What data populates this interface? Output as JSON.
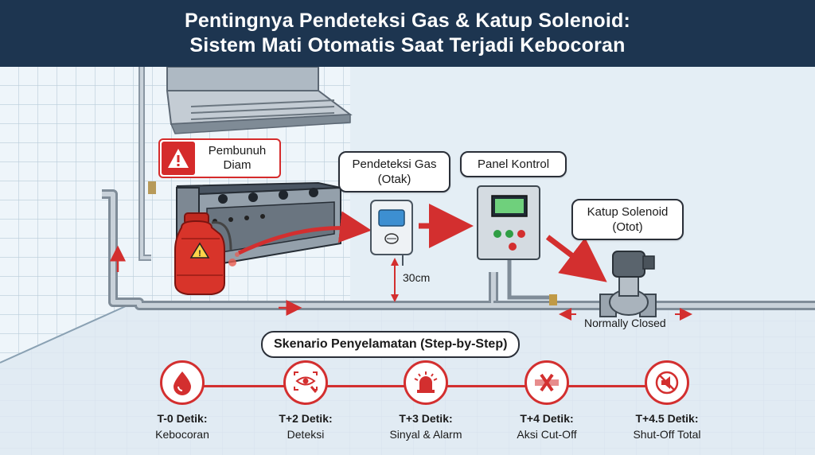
{
  "title": {
    "line1": "Pentingnya Pendeteksi Gas & Katup Solenoid:",
    "line2": "Sistem Mati Otomatis Saat Terjadi Kebocoran"
  },
  "labels": {
    "danger": {
      "line1": "Pembunuh",
      "line2": "Diam",
      "icon": "warning-triangle-icon"
    },
    "detector": {
      "line1": "Pendeteksi Gas",
      "line2": "(Otak)"
    },
    "panel": {
      "line1": "Panel Kontrol"
    },
    "valve": {
      "line1": "Katup Solenoid",
      "line2": "(Otot)"
    },
    "height": "30cm",
    "valve_state": "Normally Closed"
  },
  "scenario": {
    "title": "Skenario Penyelamatan (Step-by-Step)",
    "steps": [
      {
        "time": "T-0 Detik:",
        "desc": "Kebocoran",
        "icon": "gas-drop-icon"
      },
      {
        "time": "T+2 Detik:",
        "desc": "Deteksi",
        "icon": "eye-detect-icon"
      },
      {
        "time": "T+3 Detik:",
        "desc": "Sinyal & Alarm",
        "icon": "alarm-siren-icon"
      },
      {
        "time": "T+4 Detik:",
        "desc": "Aksi Cut-Off",
        "icon": "cut-off-icon"
      },
      {
        "time": "T+4.5 Detik:",
        "desc": "Shut-Off Total",
        "icon": "shut-off-icon"
      }
    ]
  },
  "colors": {
    "header": "#1d3550",
    "accent_red": "#d32f2f",
    "background": "#e8f1f7"
  }
}
